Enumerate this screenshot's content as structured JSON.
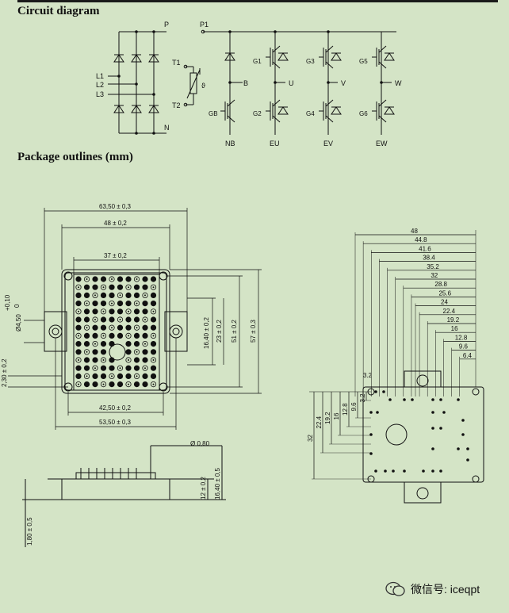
{
  "section_titles": {
    "circuit": "Circuit diagram",
    "package": "Package outlines (mm)"
  },
  "circuit_labels": {
    "P": "P",
    "N": "N",
    "P1": "P1",
    "L1": "L1",
    "L2": "L2",
    "L3": "L3",
    "T1": "T1",
    "T2": "T2",
    "theta": "ϑ",
    "B": "B",
    "U": "U",
    "V": "V",
    "W": "W",
    "NB": "NB",
    "EU": "EU",
    "EV": "EV",
    "EW": "EW",
    "G1": "G1",
    "G2": "G2",
    "G3": "G3",
    "G4": "G4",
    "G5": "G5",
    "G6": "G6",
    "GB": "GB"
  },
  "top_view_dims": {
    "d6350": "63,50 ± 0,3",
    "d48": "48 ± 0,2",
    "d37": "37 ± 0,2",
    "d4250": "42,50 ± 0,2",
    "d5350": "53,50 ± 0,3",
    "d1640": "16,40 ± 0,2",
    "d23": "23 ± 0,2",
    "d51": "51 ± 0,2",
    "d57": "57 ± 0,3",
    "d010": "+0,10",
    "d0": "0",
    "d450": "Ø4,50",
    "d230": "2,30 ± 0,2"
  },
  "side_view_dims": {
    "d080": "Ø 0,80",
    "d12": "12 ± 0,2",
    "d1640b": "16,40 ± 0,5",
    "d180": "1,80 ± 0,5"
  },
  "pin_view_dims": {
    "h": [
      "48",
      "44.8",
      "41.6",
      "38.4",
      "35.2",
      "32",
      "28.8",
      "25.6",
      "24",
      "22.4",
      "19.2",
      "16",
      "12.8",
      "9.6",
      "6.4",
      "3.2"
    ],
    "v": [
      "32",
      "22.4",
      "19.2",
      "16",
      "12.8",
      "9.6",
      "3.2"
    ],
    "h32": "3.2"
  },
  "watermark": "微信号: iceqpt"
}
